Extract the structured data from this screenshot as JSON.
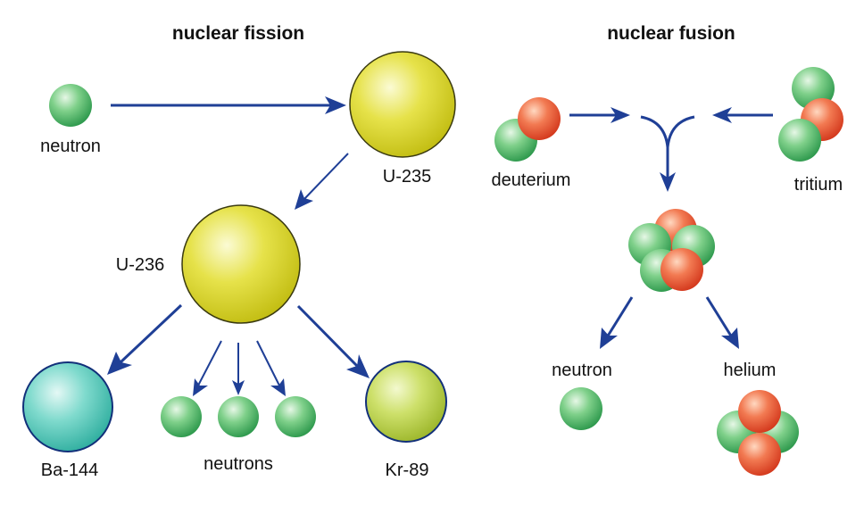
{
  "fission": {
    "title": "nuclear fission",
    "labels": {
      "neutron": "neutron",
      "u235": "U-235",
      "u236": "U-236",
      "ba144": "Ba-144",
      "neutrons": "neutrons",
      "kr89": "Kr-89"
    }
  },
  "fusion": {
    "title": "nuclear fusion",
    "labels": {
      "deuterium": "deuterium",
      "tritium": "tritium",
      "neutron": "neutron",
      "helium": "helium"
    }
  },
  "colors": {
    "arrow": "#1f3f96",
    "neutron_green": "#3caa5a",
    "proton_red": "#e1452a",
    "uranium_yellow": "#d6d11f",
    "barium_teal": "#3bbfb0",
    "krypton_olive": "#b6cc3a"
  }
}
